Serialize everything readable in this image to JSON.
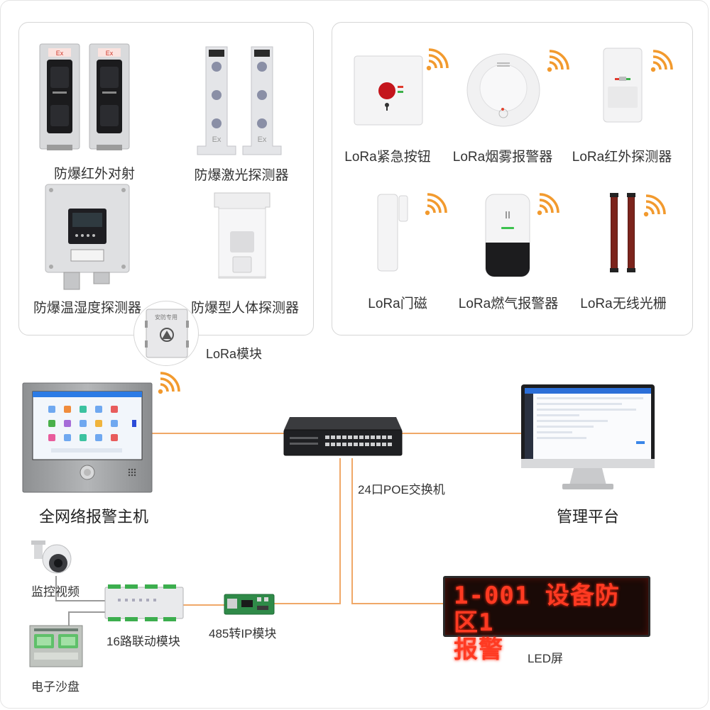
{
  "colors": {
    "wire": "#f0a868",
    "wifi": "#f29a2e",
    "led_text": "#ff3a22"
  },
  "left_panel": {
    "items": [
      {
        "label": "防爆红外对射",
        "icon": "ex-infrared-beam-icon"
      },
      {
        "label": "防爆激光探测器",
        "icon": "ex-laser-detector-icon"
      },
      {
        "label": "防爆温湿度探测器",
        "icon": "ex-humidity-detector-icon"
      },
      {
        "label": "防爆型人体探测器",
        "icon": "ex-human-detector-icon"
      }
    ]
  },
  "right_panel": {
    "items": [
      {
        "label": "LoRa紧急按钮",
        "icon": "emergency-button-icon"
      },
      {
        "label": "LoRa烟雾报警器",
        "icon": "smoke-alarm-icon"
      },
      {
        "label": "LoRa红外探测器",
        "icon": "infrared-detector-icon"
      },
      {
        "label": "LoRa门磁",
        "icon": "door-sensor-icon"
      },
      {
        "label": "LoRa燃气报警器",
        "icon": "gas-alarm-icon"
      },
      {
        "label": "LoRa无线光栅",
        "icon": "wireless-grating-icon"
      }
    ]
  },
  "lora_module": {
    "label": "LoRa模块",
    "device_text": "安防专用"
  },
  "host": {
    "label": "全网络报警主机"
  },
  "switch": {
    "label": "24口POE交换机"
  },
  "platform": {
    "label": "管理平台"
  },
  "camera": {
    "label": "监控视频"
  },
  "linkage": {
    "label": "16路联动模块"
  },
  "converter": {
    "label": "485转IP模块"
  },
  "sandtable": {
    "label": "电子沙盘"
  },
  "led": {
    "label": "LED屏",
    "display_text": "1-001 设备防区1\n报警"
  },
  "ex_mark": "Ex"
}
